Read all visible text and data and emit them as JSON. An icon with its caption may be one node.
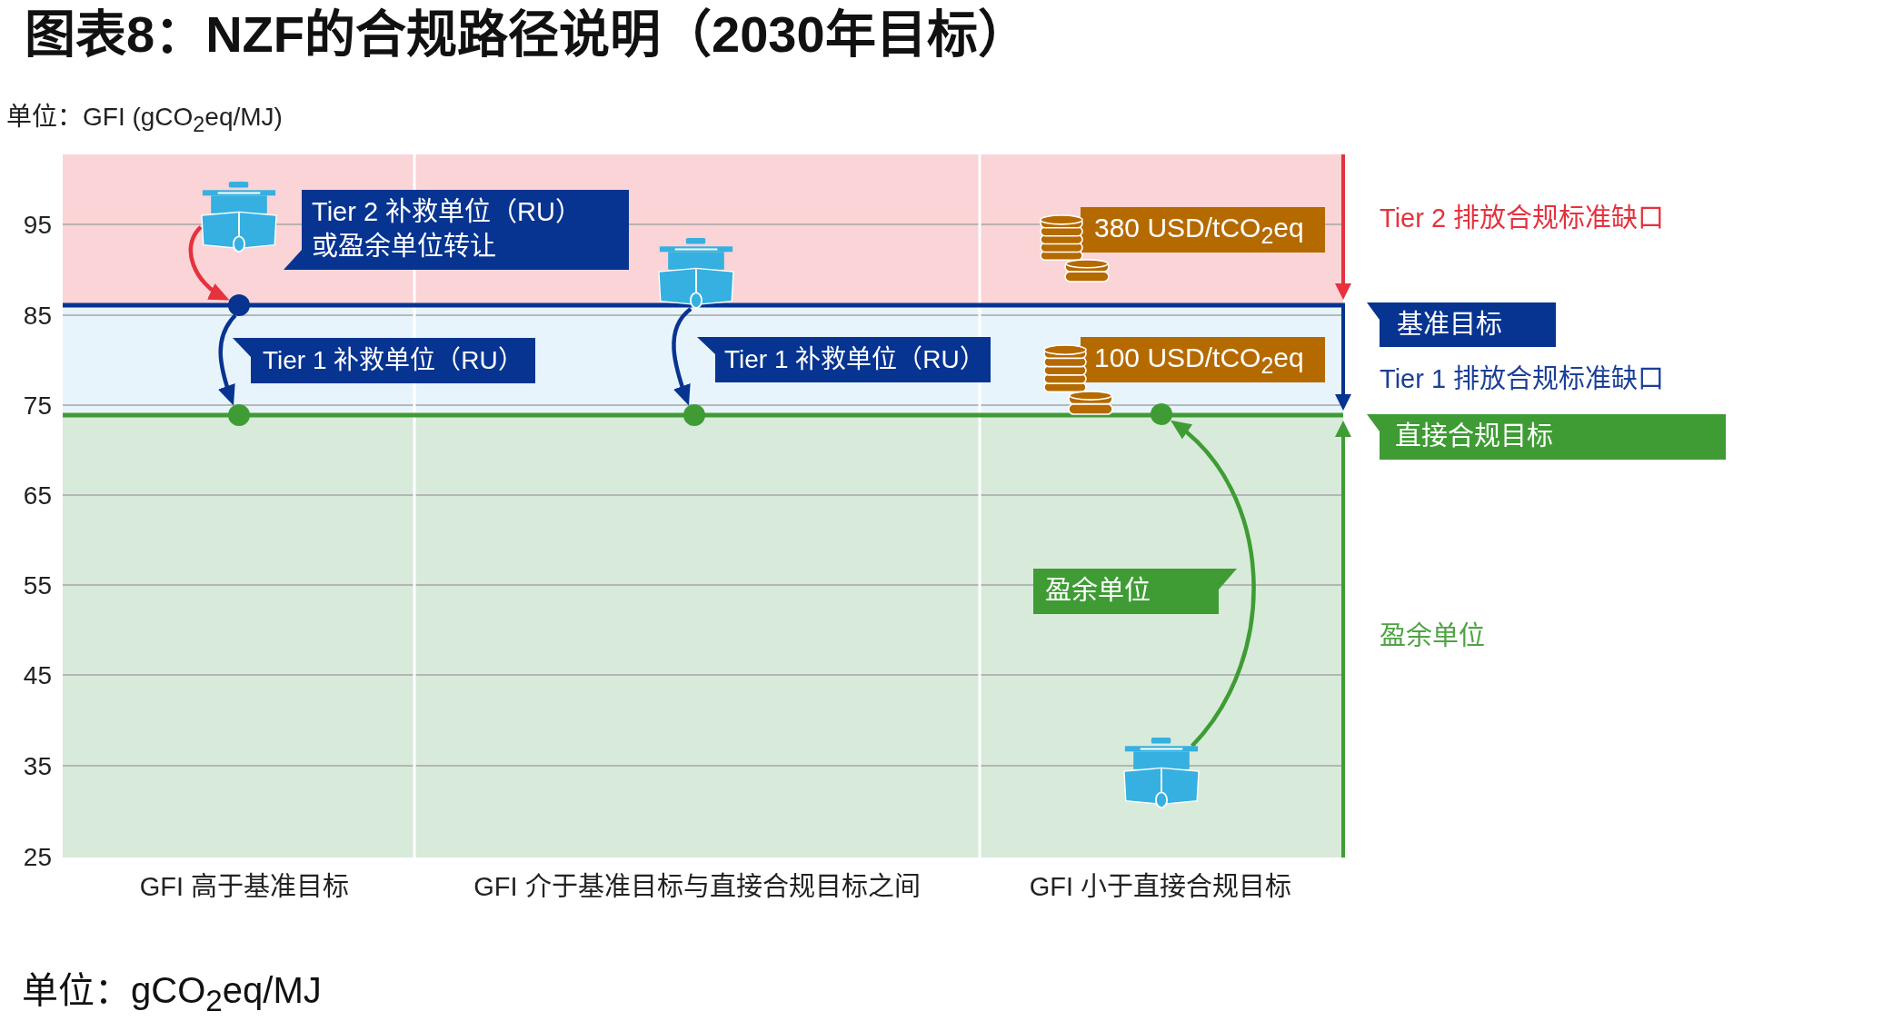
{
  "diagram": {
    "title": "图表8：NZF的合规路径说明（2030年目标）",
    "caption": "单位：gCO$_{2}$eq/MJ",
    "nodes": [
      {
        "text": [],
        "shape": "ship"
      },
      {
        "text": [
          "Tier 2 补救单位（RU）或盈余单位转让"
        ]
      },
      {
        "text": [],
        "shape": "circle"
      },
      {
        "text": [
          "Tier 1 补救单位（RU）"
        ]
      },
      {
        "text": [],
        "shape": "circle"
      },
      {
        "text": [],
        "shape": "ship"
      },
      {
        "text": [
          "Tier 1 补救单位（RU）"
        ]
      },
      {
        "text": [],
        "shape": "circle"
      },
      {
        "text": [
          "380 USD/tCO$_{2}$eq"
        ]
      },
      {
        "text": [
          "100 USD/tCO$_{2}$eq"
        ]
      },
      {
        "text": [],
        "shape": "circle"
      },
      {
        "text": [
          "盈余单位"
        ]
      },
      {
        "text": [],
        "shape": "ship"
      },
      {
        "text": [
          "基准目标"
        ]
      },
      {
        "text": [
          "直接合规目标"
        ]
      }
    ],
    "edges": [
      {
        "from": 0,
        "to": 2,
        "arrow": "to",
        "color": "#e5323d"
      },
      {
        "from": 2,
        "to": 4,
        "arrow": "to"
      },
      {
        "from": 5,
        "to": 7,
        "arrow": "to"
      },
      {
        "from": 12,
        "to": 10,
        "arrow": "to",
        "color": "#3f9c35"
      }
    ],
    "labels": [
      "单位：GFI (gCO$_{2}$eq/MJ)",
      "95",
      "85",
      "75",
      "65",
      "55",
      "45",
      "35",
      "25",
      "GFI 高于基准目标",
      "GFI 介于基准目标与直接合规目标之间",
      "GFI 小于直接合规目标",
      "Tier 2 排放合规标准缺口",
      "Tier 1 排放合规标准缺口",
      "盈余单位"
    ]
  }
}
